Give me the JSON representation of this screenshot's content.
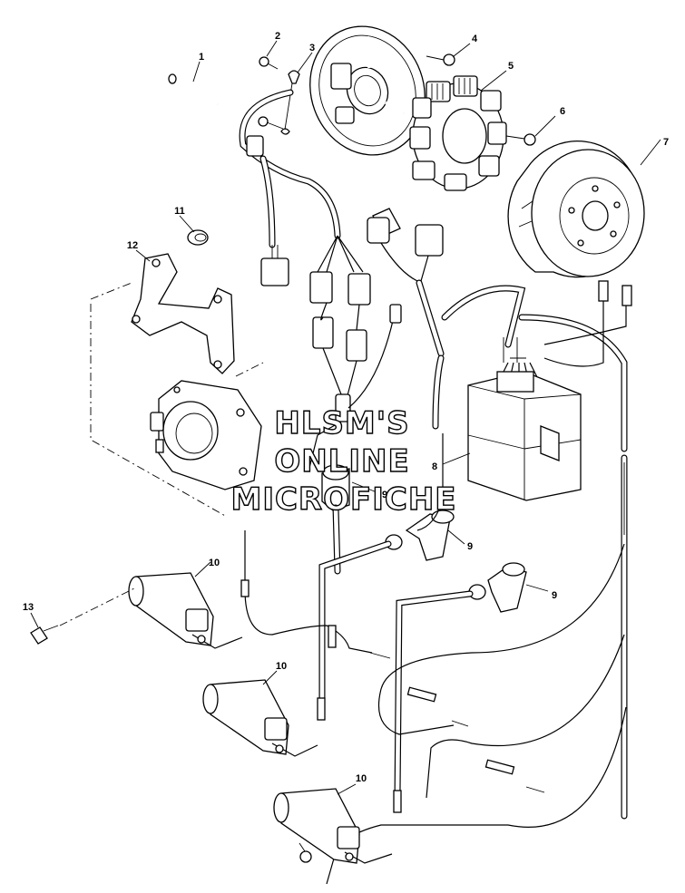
{
  "watermark": {
    "line1": "HLSM'S",
    "line2": "ONLINE",
    "line3": "MICROFICHE"
  },
  "callouts": {
    "c1": "1",
    "c2": "2",
    "c3": "3",
    "c4": "4",
    "c5": "5",
    "c6": "6",
    "c7": "7",
    "c8": "8",
    "c9a": "9",
    "c9b": "9",
    "c9c": "9",
    "c10a": "10",
    "c10b": "10",
    "c10c": "10",
    "c11": "11",
    "c12": "12",
    "c13": "13"
  }
}
